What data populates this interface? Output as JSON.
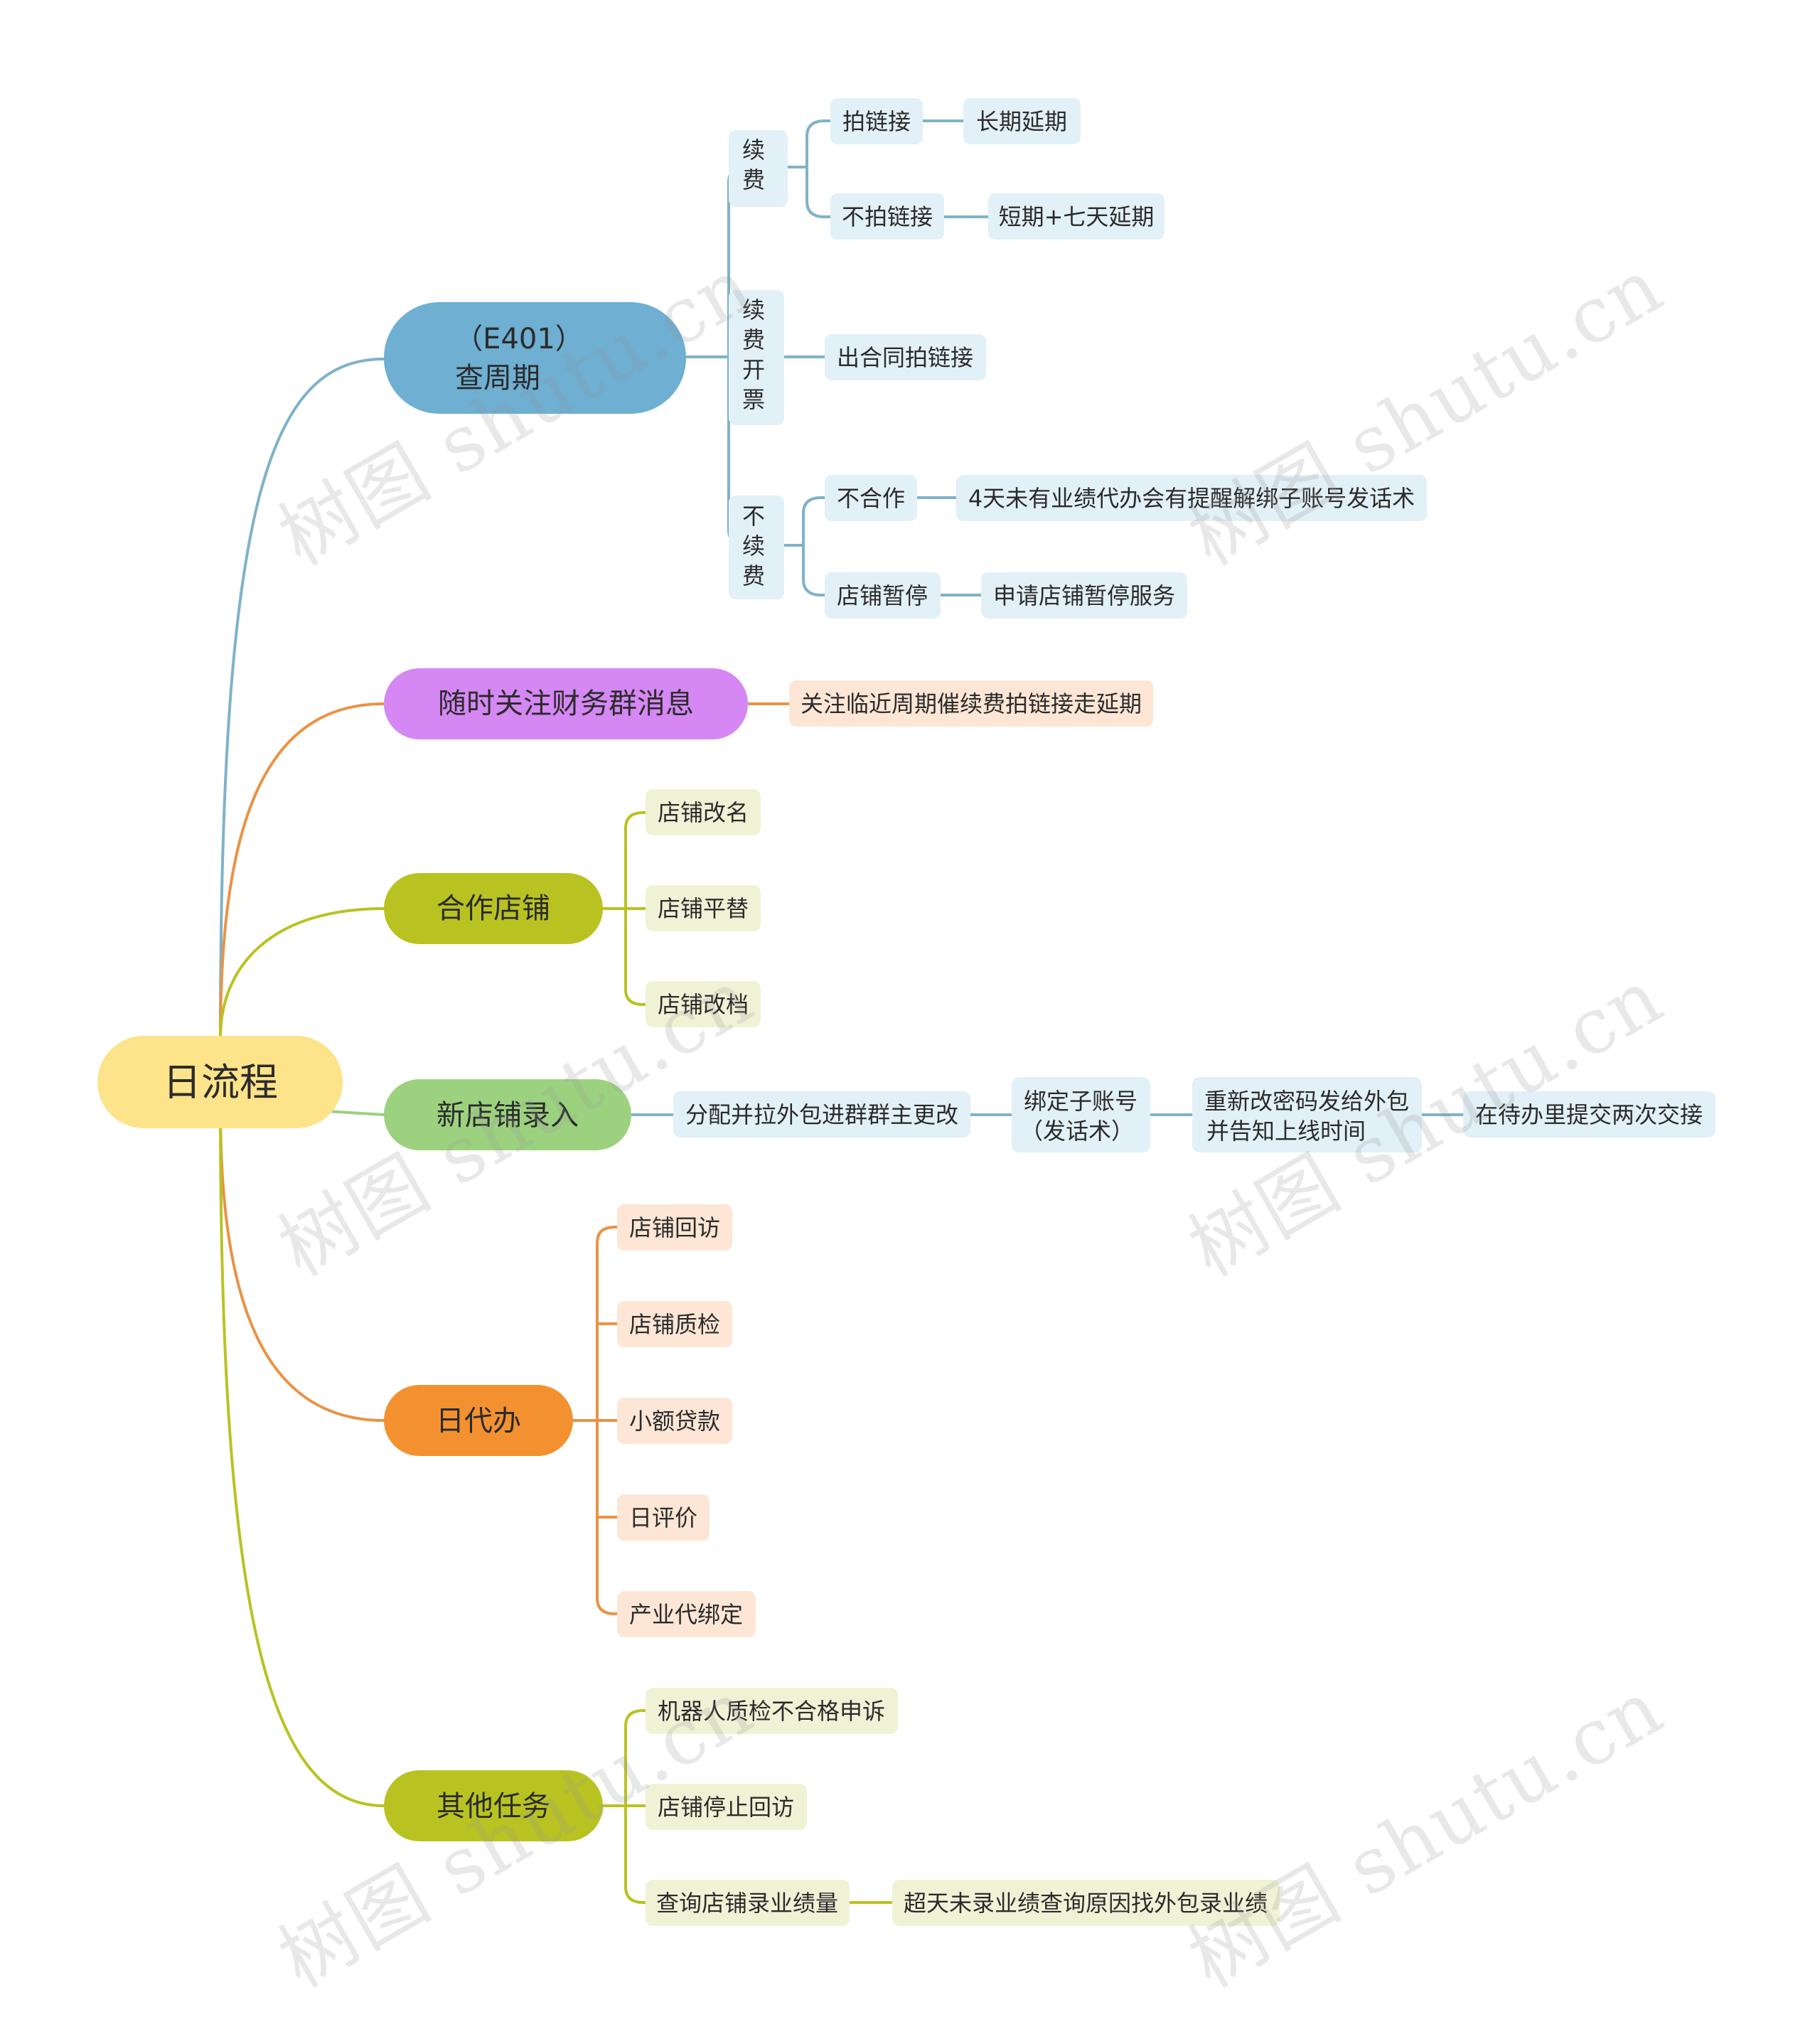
{
  "root": {
    "label": "日流程"
  },
  "watermark": "树图 shutu.cn",
  "colors": {
    "root_fill": "#fde38a",
    "blue": "#6eafd2",
    "blue_line": "#7fb2c9",
    "blue_sub": "#e2f0f7",
    "purple": "#d587f3",
    "orange_line": "#e99346",
    "orange_sub": "#fde6d5",
    "olive": "#b8c322",
    "olive_line": "#b8c322",
    "olive_sub": "#f0f2d6",
    "green": "#9cd27f",
    "orange": "#f39131",
    "text": "#2b2b2b"
  },
  "branches": {
    "period": {
      "label_line1": "（E401）",
      "label_line2": "查周期",
      "renew": {
        "label": "续费",
        "shoot": {
          "label": "拍链接",
          "child": "长期延期"
        },
        "noshoot": {
          "label": "不拍链接",
          "child": "短期+七天延期"
        }
      },
      "invoice": {
        "label": "续费开票",
        "child": "出合同拍链接"
      },
      "norenew": {
        "label": "不续费",
        "nocoop": {
          "label": "不合作",
          "child": "4天未有业绩代办会有提醒解绑子账号发话术"
        },
        "pause": {
          "label": "店铺暂停",
          "child": "申请店铺暂停服务"
        }
      }
    },
    "finance": {
      "label": "随时关注财务群消息",
      "child": "关注临近周期催续费拍链接走延期"
    },
    "coop": {
      "label": "合作店铺",
      "items": [
        "店铺改名",
        "店铺平替",
        "店铺改档"
      ]
    },
    "newshop": {
      "label": "新店铺录入",
      "steps": {
        "s1": "分配并拉外包进群群主更改",
        "s2_line1": "绑定子账号",
        "s2_line2": "（发话术）",
        "s3_line1": "重新改密码发给外包",
        "s3_line2": "并告知上线时间",
        "s4": "在待办里提交两次交接"
      }
    },
    "daily": {
      "label": "日代办",
      "items": [
        "店铺回访",
        "店铺质检",
        "小额贷款",
        "日评价",
        "产业代绑定"
      ]
    },
    "other": {
      "label": "其他任务",
      "items": [
        "机器人质检不合格申诉",
        "店铺停止回访",
        "查询店铺录业绩量"
      ],
      "perf_child": "超天未录业绩查询原因找外包录业绩"
    }
  }
}
